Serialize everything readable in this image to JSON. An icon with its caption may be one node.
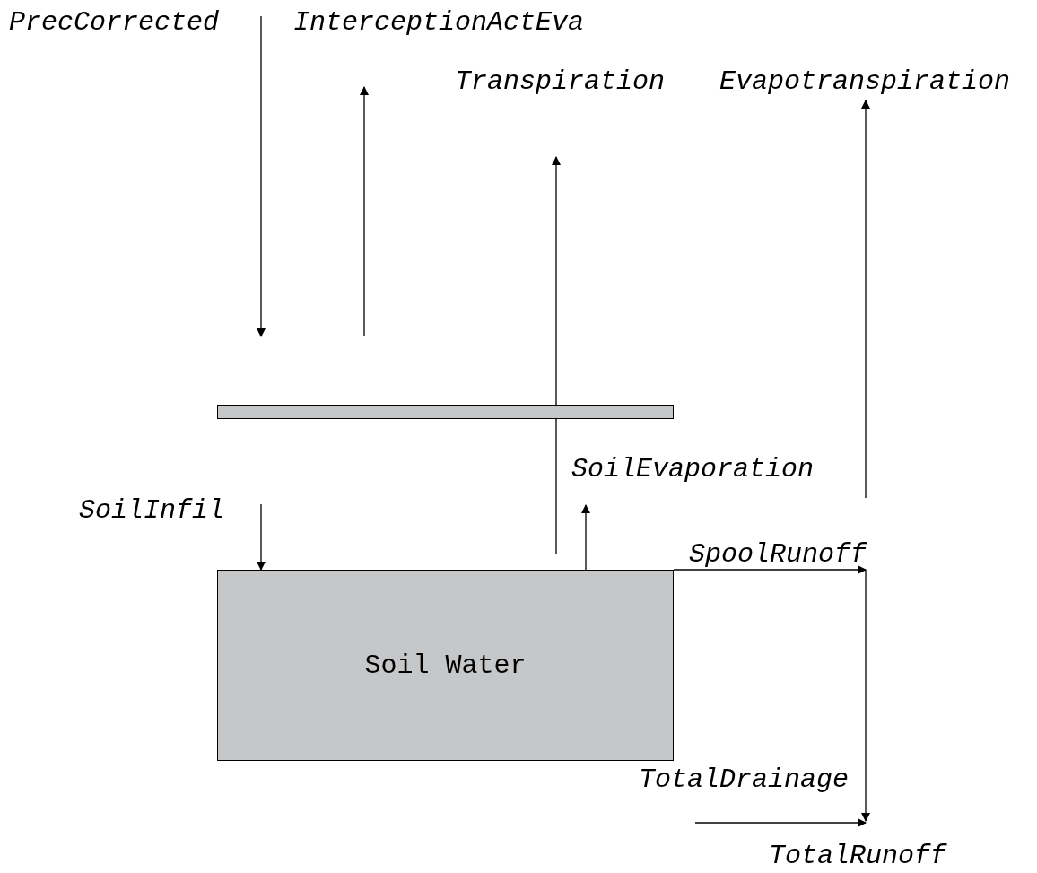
{
  "diagram": {
    "nodes": [
      {
        "text": [],
        "shape": "bar"
      },
      {
        "text": [
          "Soil Water"
        ]
      },
      {
        "text": [
          "Evapotranspiration"
        ]
      },
      {
        "text": [
          "TotalDrainage"
        ]
      },
      {
        "text": [
          "TotalRunoff"
        ]
      }
    ],
    "edges": [
      {
        "from": null,
        "to": 0,
        "arrow": "to",
        "label": "PrecCorrected"
      },
      {
        "from": 0,
        "to": null,
        "arrow": "to",
        "label": "InterceptionActEva"
      },
      {
        "from": 1,
        "to": null,
        "arrow": "to",
        "label": "Transpiration"
      },
      {
        "from": null,
        "to": 2,
        "arrow": "to"
      },
      {
        "from": 1,
        "to": null,
        "arrow": "to",
        "label": "SoilEvaporation"
      },
      {
        "from": null,
        "to": 1,
        "arrow": "to",
        "label": "SoilInfil"
      },
      {
        "from": 1,
        "to": null,
        "arrow": "to",
        "label": "SpoolRunoff"
      },
      {
        "from": null,
        "to": 3,
        "arrow": "to"
      },
      {
        "from": null,
        "to": 4,
        "arrow": "to"
      }
    ]
  }
}
